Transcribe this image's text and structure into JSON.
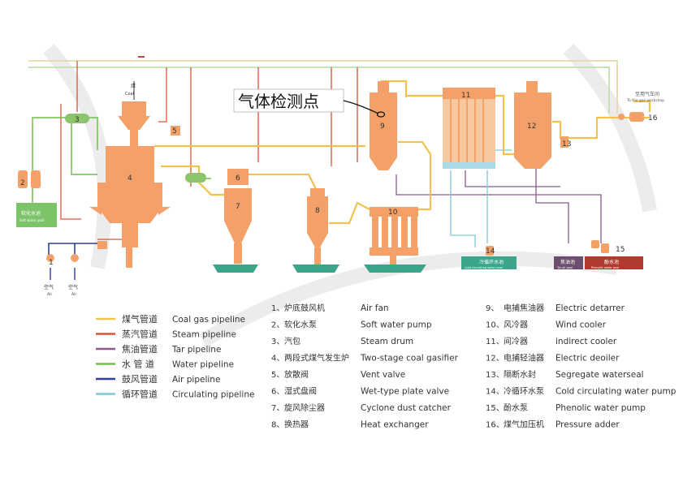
{
  "callout": "气体检测点",
  "legend": [
    {
      "cn": "煤气管道",
      "en": "Coal gas pipeline",
      "color": "#f2c14e"
    },
    {
      "cn": "蒸汽管道",
      "en": "Steam pipeline",
      "color": "#d9533b"
    },
    {
      "cn": "焦油管道",
      "en": "Tar pipeline",
      "color": "#8a5a8c"
    },
    {
      "cn": "水 管 道",
      "en": "Water pipeline",
      "color": "#6fbf4b"
    },
    {
      "cn": "鼓风管道",
      "en": "Air pipeline",
      "color": "#2f3f9e"
    },
    {
      "cn": "循环管道",
      "en": "Circulating pipeline",
      "color": "#7fc9d6"
    }
  ],
  "equipment": [
    {
      "num": "1、",
      "cn": "炉底鼓风机",
      "en": "Air fan"
    },
    {
      "num": "2、",
      "cn": "软化水泵",
      "en": "Soft water pump"
    },
    {
      "num": "3、",
      "cn": "汽包",
      "en": "Steam drum"
    },
    {
      "num": "4、",
      "cn": "两段式煤气发生炉",
      "en": "Two-stage coal gasifier"
    },
    {
      "num": "5、",
      "cn": "放散阀",
      "en": "Vent valve"
    },
    {
      "num": "6、",
      "cn": "湿式盘阀",
      "en": "Wet-type plate valve"
    },
    {
      "num": "7、",
      "cn": "旋风除尘器",
      "en": "Cyclone dust catcher"
    },
    {
      "num": "8、",
      "cn": "换热器",
      "en": "Heat exchanger"
    },
    {
      "num": "9、",
      "cn": "电捕焦油器",
      "en": "Electric detarrer"
    },
    {
      "num": "10、",
      "cn": "风冷器",
      "en": "Wind cooler"
    },
    {
      "num": "11、",
      "cn": "间冷器",
      "en": "indirect cooler"
    },
    {
      "num": "12、",
      "cn": "电捕轻油器",
      "en": "Electric deoiler"
    },
    {
      "num": "13、",
      "cn": "隔断水封",
      "en": "Segregate waterseal"
    },
    {
      "num": "14、",
      "cn": "冷循环水泵",
      "en": "Cold circulating water pump"
    },
    {
      "num": "15、",
      "cn": "酚水泵",
      "en": "Phenolic water pump"
    },
    {
      "num": "16、",
      "cn": "煤气加压机",
      "en": "Pressure adder"
    }
  ],
  "diagram_labels": {
    "n1": "1",
    "n2": "2",
    "n3": "3",
    "n4": "4",
    "n5": "5",
    "n6": "6",
    "n7": "7",
    "n8": "8",
    "n9": "9",
    "n10": "10",
    "n11": "11",
    "n12": "12",
    "n13": "13",
    "n14": "14",
    "n15": "15",
    "n16": "16",
    "coal_cn": "煤",
    "coal_en": "Coal",
    "air1_cn": "空气",
    "air1_en": "Air",
    "air2_cn": "空气",
    "air2_en": "Air",
    "soft_tank_cn": "软化水池",
    "soft_tank_en": "Soft water pool",
    "cold_pool_cn": "冷循环水池",
    "cold_pool_en": "Cold circulating water pool",
    "tar_pool_cn": "焦油池",
    "tar_pool_en": "Tar oil pool",
    "phenol_pool_cn": "酚水池",
    "phenol_pool_en": "Phenolic water pool",
    "to_gas_cn": "至用气车间",
    "to_gas_en": "To the gas workshop"
  },
  "colors": {
    "equipment": "#f3a168",
    "coal_gas": "#f2c14e",
    "steam": "#d9533b",
    "tar": "#8a5a8c",
    "water": "#6fbf4b",
    "air": "#2f3f9e",
    "circulating": "#7fc9d6",
    "soft_tank": "#7cc36a",
    "cold_pool": "#3aa58a",
    "tar_pool": "#6b4f6e",
    "phenol_pool": "#b03a2e"
  }
}
